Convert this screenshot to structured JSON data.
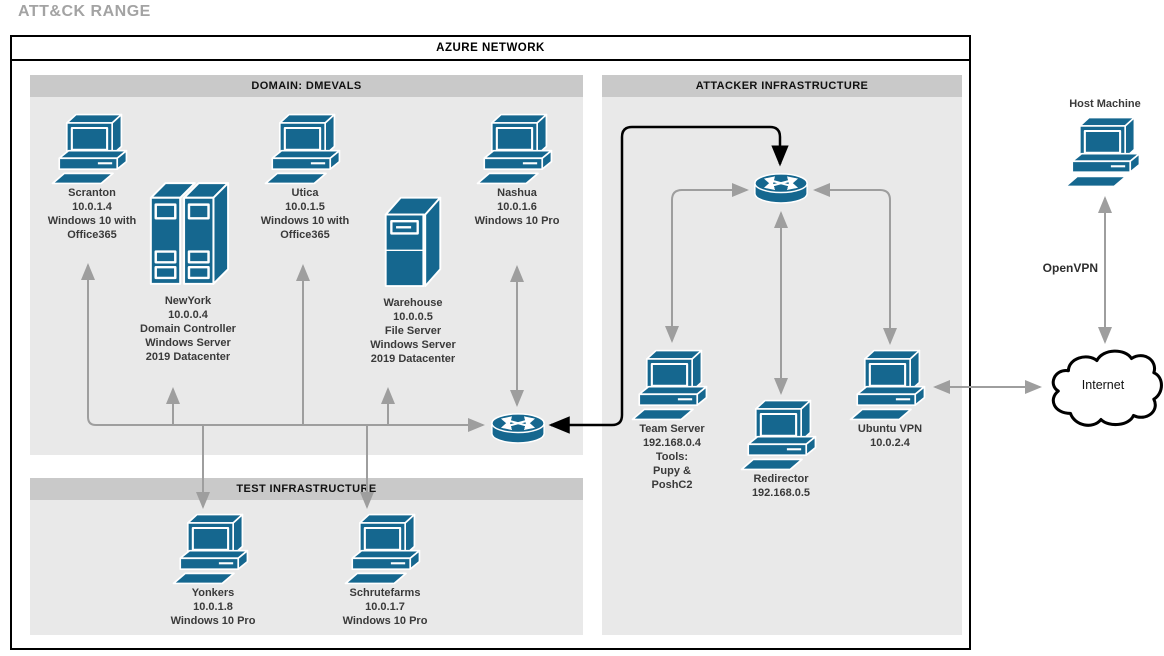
{
  "page_title": "ATT&CK RANGE",
  "network": {
    "title": "AZURE NETWORK"
  },
  "panels": {
    "domain": {
      "title": "DOMAIN: DMEVALS"
    },
    "attacker": {
      "title": "ATTACKER INFRASTRUCTURE"
    },
    "test": {
      "title": "TEST INFRASTRUCTURE"
    }
  },
  "nodes": {
    "scranton": {
      "icon": "workstation-icon",
      "lines": [
        "Scranton",
        "10.0.1.4",
        "Windows 10 with",
        "Office365"
      ]
    },
    "newyork": {
      "icon": "dual-server-icon",
      "lines": [
        "NewYork",
        "10.0.0.4",
        "Domain Controller",
        "Windows Server",
        "2019 Datacenter"
      ]
    },
    "utica": {
      "icon": "workstation-icon",
      "lines": [
        "Utica",
        "10.0.1.5",
        "Windows 10 with",
        "Office365"
      ]
    },
    "warehouse": {
      "icon": "server-tower-icon",
      "lines": [
        "Warehouse",
        "10.0.0.5",
        "File Server",
        "Windows Server",
        "2019 Datacenter"
      ]
    },
    "nashua": {
      "icon": "workstation-icon",
      "lines": [
        "Nashua",
        "10.0.1.6",
        "Windows 10 Pro"
      ]
    },
    "yonkers": {
      "icon": "workstation-icon",
      "lines": [
        "Yonkers",
        "10.0.1.8",
        "Windows 10 Pro"
      ]
    },
    "schrutefarms": {
      "icon": "workstation-icon",
      "lines": [
        "Schrutefarms",
        "10.0.1.7",
        "Windows 10 Pro"
      ]
    },
    "team_server": {
      "icon": "workstation-icon",
      "lines": [
        "Team Server",
        "192.168.0.4",
        "Tools:",
        "Pupy &",
        "PoshC2"
      ]
    },
    "redirector": {
      "icon": "workstation-icon",
      "lines": [
        "Redirector",
        "192.168.0.5"
      ]
    },
    "ubuntu_vpn": {
      "icon": "workstation-icon",
      "lines": [
        "Ubuntu VPN",
        "10.0.2.4"
      ]
    },
    "host_machine": {
      "icon": "workstation-icon",
      "lines": [
        "Host Machine"
      ]
    },
    "internet": {
      "icon": "cloud-icon",
      "label": "Internet"
    }
  },
  "connections": {
    "openvpn_label": "OpenVPN"
  },
  "colors": {
    "device_blue": "#15678f",
    "arrow_gray": "#9e9e9e",
    "link_black": "#000000",
    "panel_bg": "#e9e9e9",
    "panel_header_bg": "#c9c9c9",
    "title_gray": "#a3a3a3"
  }
}
